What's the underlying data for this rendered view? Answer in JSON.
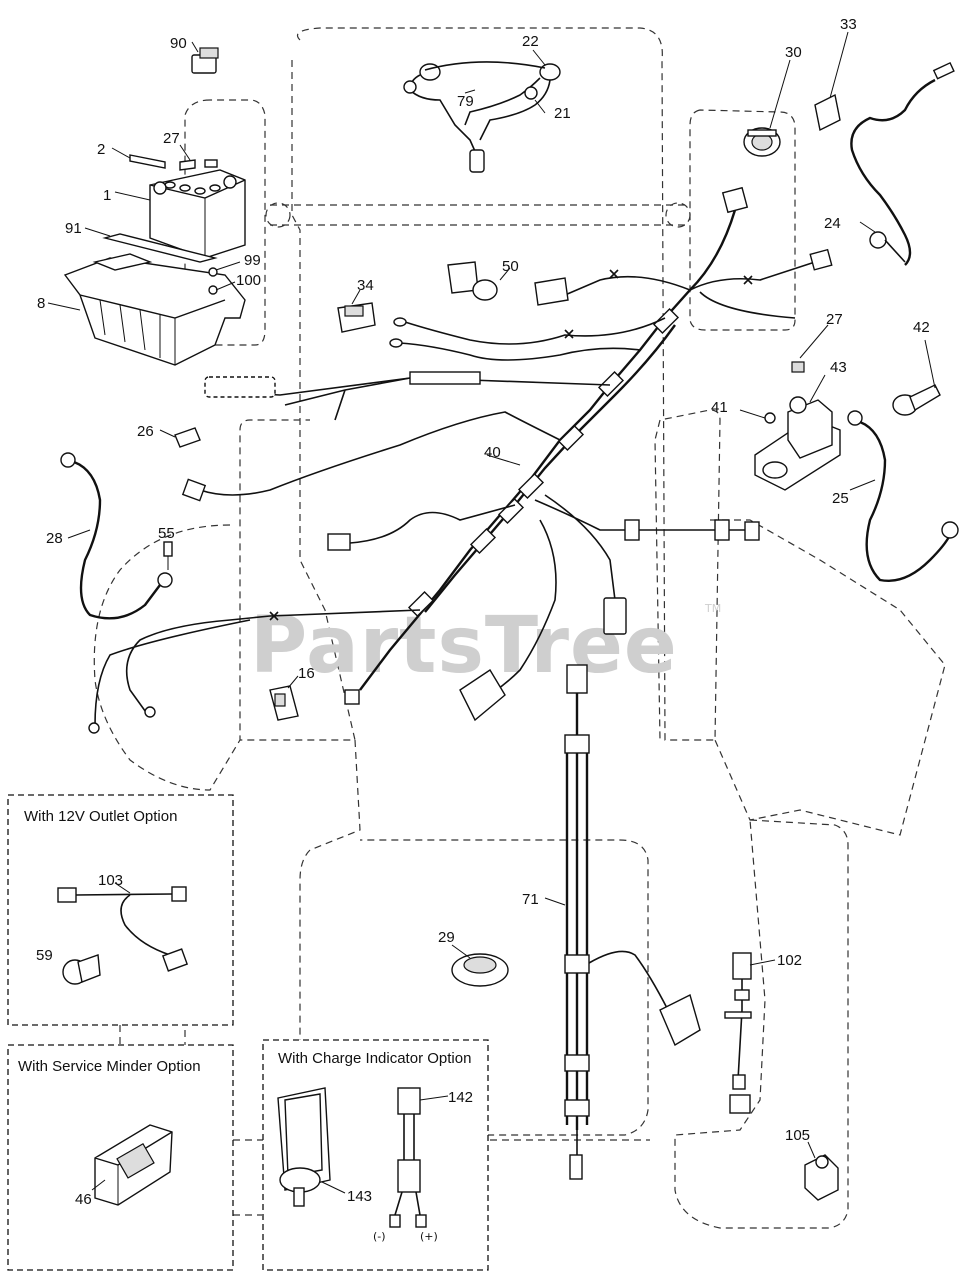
{
  "watermark": {
    "text": "PartsTree",
    "trademark": "TM"
  },
  "callouts": {
    "p90": "90",
    "p22": "22",
    "p30": "30",
    "p33": "33",
    "p27a": "27",
    "p2": "2",
    "p1": "1",
    "p79": "79",
    "p21": "21",
    "p24": "24",
    "p91": "91",
    "p99": "99",
    "p100": "100",
    "p8": "8",
    "p50": "50",
    "p34": "34",
    "p27b": "27",
    "p42": "42",
    "p43": "43",
    "p41": "41",
    "p26": "26",
    "p40": "40",
    "p25": "25",
    "p28": "28",
    "p55": "55",
    "p16": "16",
    "p103": "103",
    "p59": "59",
    "p71": "71",
    "p29": "29",
    "p102": "102",
    "p46": "46",
    "p143": "143",
    "p142": "142",
    "p105": "105"
  },
  "option_boxes": {
    "outlet": "With 12V Outlet Option",
    "service_minder": "With Service Minder Option",
    "charge_indicator": "With Charge Indicator Option"
  },
  "polarity": {
    "neg": "(-)",
    "pos": "(+)"
  },
  "icons": {
    "wire-break": "x-mark",
    "connector": "rect-plug",
    "ring-terminal": "ring-lug"
  }
}
